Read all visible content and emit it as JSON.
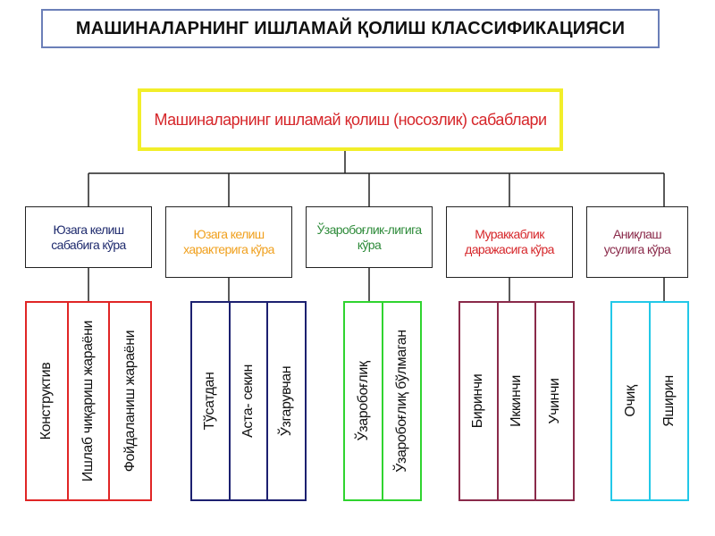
{
  "title": "МАШИНАЛАРНИНГ ИШЛАМАЙ ҚОЛИШ КЛАССИФИКАЦИЯСИ",
  "root": "Машиналарнинг ишламай қолиш (носозлик) сабаблари",
  "colors": {
    "title_border": "#6b7fb8",
    "root_border": "#f2ee2a",
    "root_text": "#d6262a"
  },
  "categories": [
    {
      "label": "Юзага келиш сабабига кўра",
      "text_color": "#1f2b6e",
      "border_color": "#e02525",
      "items": [
        "Конструктив",
        "Ишлаб чиқариш жараёни",
        "Фойдаланиш жараёни"
      ]
    },
    {
      "label": "Юзага келиш характерига кўра",
      "text_color": "#f0a01e",
      "border_color": "#1c2070",
      "items": [
        "Тўсатдан",
        "Аста- секин",
        "Ўзгарувчан"
      ]
    },
    {
      "label": "Ўзаробоғлик-лигига кўра",
      "text_color": "#2e8b3a",
      "border_color": "#2fd42f",
      "items": [
        "Ўзаробоғлиқ",
        "Ўзаробоғлиқ бўлмаган"
      ]
    },
    {
      "label": "Мураккаблик даражасига кўра",
      "text_color": "#d6262a",
      "border_color": "#8a2a4a",
      "items": [
        "Биринчи",
        "Иккинчи",
        "Учинчи"
      ]
    },
    {
      "label": "Аниқлаш усулига кўра",
      "text_color": "#8a2a4a",
      "border_color": "#22c8e8",
      "items": [
        "Очиқ",
        "Яширин"
      ]
    }
  ]
}
